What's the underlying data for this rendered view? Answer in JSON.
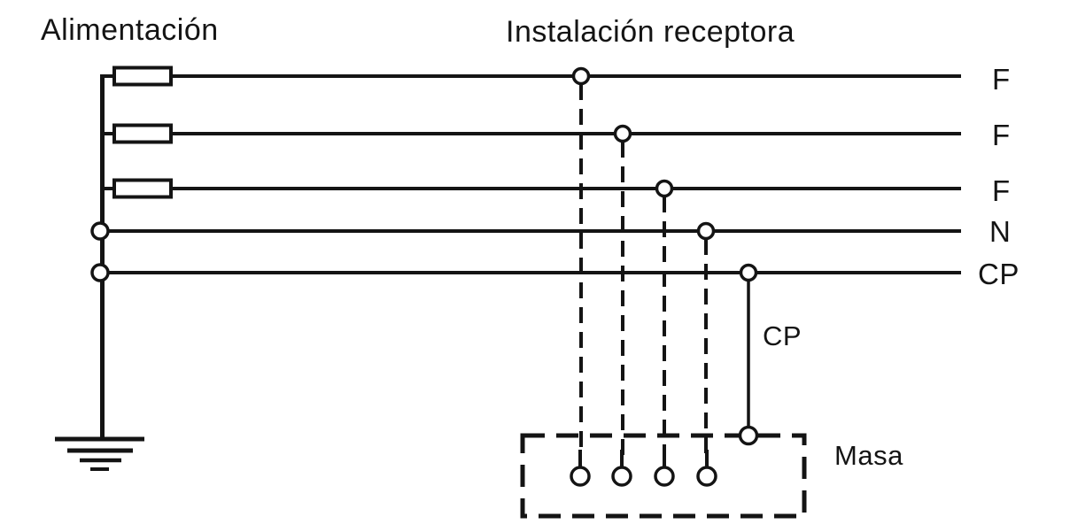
{
  "figure": {
    "background_color": "#ffffff",
    "ink_color": "#141414",
    "supply_label": "Alimentación",
    "installation_label": "Instalación receptora",
    "conductors": [
      {
        "id": "phase-1",
        "label": "F"
      },
      {
        "id": "phase-2",
        "label": "F"
      },
      {
        "id": "phase-3",
        "label": "F"
      },
      {
        "id": "neutral",
        "label": "N"
      },
      {
        "id": "protective-conductor",
        "label": "CP"
      }
    ],
    "protective_branch_label": "CP",
    "exposed_parts_label": "Masa"
  }
}
